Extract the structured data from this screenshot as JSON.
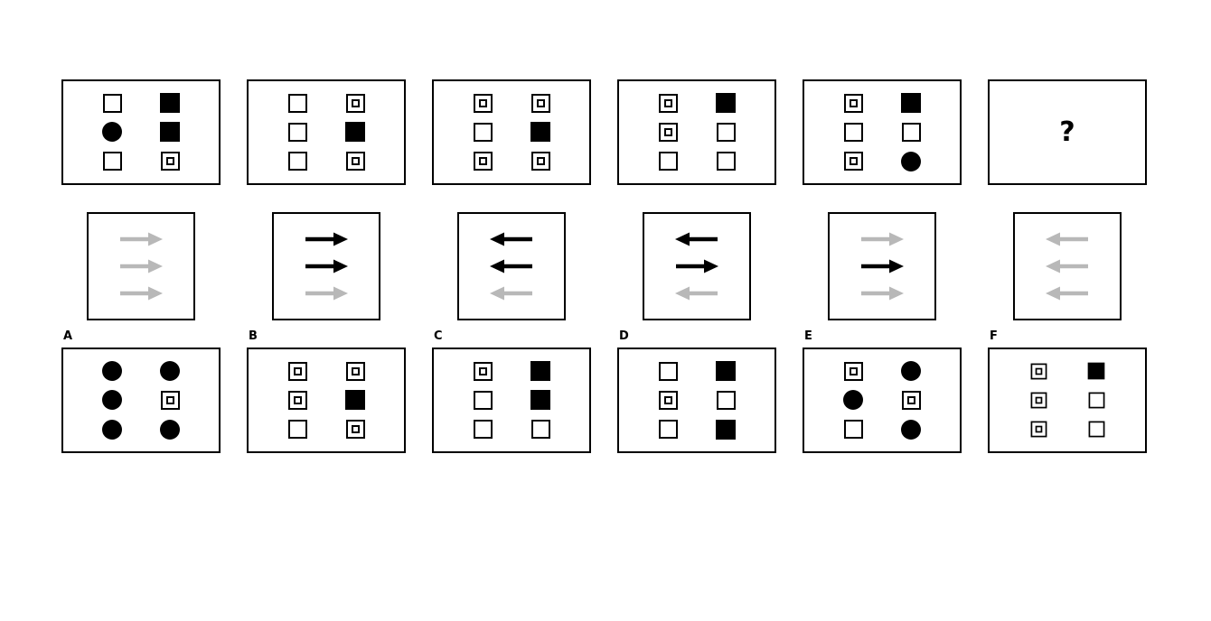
{
  "puzzle": {
    "question_mark": "?",
    "colors": {
      "black": "#000000",
      "gray": "#b8b8b8",
      "white": "#ffffff"
    },
    "top_row": [
      {
        "grid": [
          [
            "square",
            "black-square"
          ],
          [
            "circle",
            "black-square"
          ],
          [
            "square",
            "double-square"
          ]
        ]
      },
      {
        "grid": [
          [
            "square",
            "double-square"
          ],
          [
            "square",
            "black-square"
          ],
          [
            "square",
            "double-square"
          ]
        ]
      },
      {
        "grid": [
          [
            "double-square",
            "double-square"
          ],
          [
            "square",
            "black-square"
          ],
          [
            "double-square",
            "double-square"
          ]
        ]
      },
      {
        "grid": [
          [
            "double-square",
            "black-square"
          ],
          [
            "double-square",
            "square"
          ],
          [
            "square",
            "square"
          ]
        ]
      },
      {
        "grid": [
          [
            "double-square",
            "black-square"
          ],
          [
            "square",
            "square"
          ],
          [
            "double-square",
            "circle"
          ]
        ]
      },
      {
        "question": true
      }
    ],
    "middle_row": [
      {
        "arrows": [
          {
            "dir": "right",
            "color": "gray"
          },
          {
            "dir": "right",
            "color": "gray"
          },
          {
            "dir": "right",
            "color": "gray"
          }
        ]
      },
      {
        "arrows": [
          {
            "dir": "right",
            "color": "black"
          },
          {
            "dir": "right",
            "color": "black"
          },
          {
            "dir": "right",
            "color": "gray"
          }
        ]
      },
      {
        "arrows": [
          {
            "dir": "left",
            "color": "black"
          },
          {
            "dir": "left",
            "color": "black"
          },
          {
            "dir": "left",
            "color": "gray"
          }
        ]
      },
      {
        "arrows": [
          {
            "dir": "left",
            "color": "black"
          },
          {
            "dir": "right",
            "color": "black"
          },
          {
            "dir": "left",
            "color": "gray"
          }
        ]
      },
      {
        "arrows": [
          {
            "dir": "right",
            "color": "gray"
          },
          {
            "dir": "right",
            "color": "black"
          },
          {
            "dir": "right",
            "color": "gray"
          }
        ]
      },
      {
        "arrows": [
          {
            "dir": "left",
            "color": "gray"
          },
          {
            "dir": "left",
            "color": "gray"
          },
          {
            "dir": "left",
            "color": "gray"
          }
        ]
      }
    ],
    "options": [
      {
        "label": "A",
        "grid": [
          [
            "circle",
            "circle"
          ],
          [
            "circle",
            "double-square"
          ],
          [
            "circle",
            "circle"
          ]
        ]
      },
      {
        "label": "B",
        "grid": [
          [
            "double-square",
            "double-square"
          ],
          [
            "double-square",
            "black-square"
          ],
          [
            "square",
            "double-square"
          ]
        ]
      },
      {
        "label": "C",
        "grid": [
          [
            "double-square",
            "black-square"
          ],
          [
            "square",
            "black-square"
          ],
          [
            "square",
            "square"
          ]
        ]
      },
      {
        "label": "D",
        "grid": [
          [
            "square",
            "black-square"
          ],
          [
            "double-square",
            "square"
          ],
          [
            "square",
            "black-square"
          ]
        ]
      },
      {
        "label": "E",
        "grid": [
          [
            "double-square",
            "circle"
          ],
          [
            "circle",
            "double-square"
          ],
          [
            "square",
            "circle"
          ]
        ]
      },
      {
        "label": "F",
        "small": true,
        "grid": [
          [
            "double-square",
            "black-square"
          ],
          [
            "double-square",
            "square"
          ],
          [
            "double-square",
            "square"
          ]
        ]
      }
    ]
  }
}
